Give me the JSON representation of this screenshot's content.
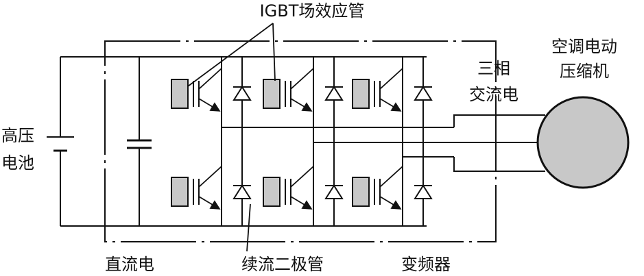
{
  "labels": {
    "igbt": "IGBT场效应管",
    "battery_line1": "高压",
    "battery_line2": "电池",
    "dc": "直流电",
    "diode": "续流二极管",
    "inverter": "变频器",
    "three_phase_line1": "三相",
    "three_phase_line2": "交流电",
    "compressor_line1": "空调电动",
    "compressor_line2": "压缩机"
  },
  "colors": {
    "line": "#111111",
    "gate_fill": "#c8c8c8",
    "motor_fill": "#c8c8c8"
  }
}
